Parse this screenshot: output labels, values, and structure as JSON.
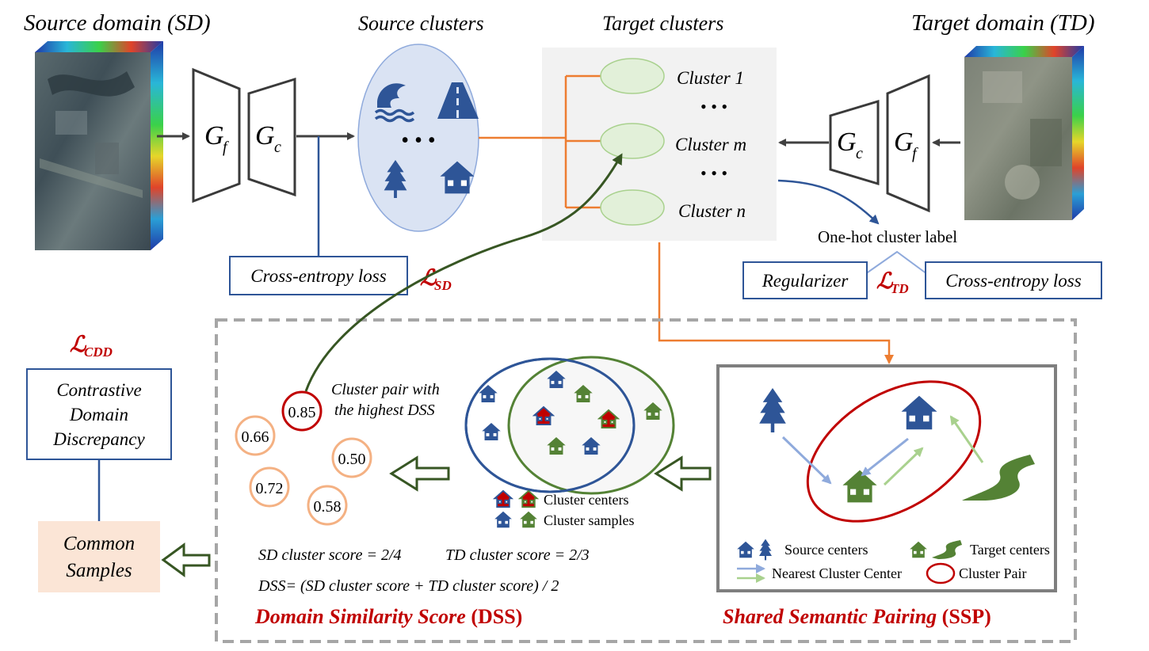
{
  "titles": {
    "source_domain": "Source domain (SD)",
    "source_clusters": "Source clusters",
    "target_clusters": "Target clusters",
    "target_domain": "Target domain (TD)"
  },
  "networks": {
    "gf": "G",
    "gf_sub": "f",
    "gc": "G",
    "gc_sub": "c"
  },
  "target_cluster_list": {
    "cluster_1": "Cluster 1",
    "cluster_m": "Cluster m",
    "cluster_n": "Cluster n",
    "ellipsis": "• • •"
  },
  "source_cluster_ellipsis": "• • •",
  "losses": {
    "cross_entropy_sd": "Cross-entropy loss",
    "l_sd": "ℒ",
    "l_sd_sub": "SD",
    "one_hot": "One-hot cluster label",
    "regularizer": "Regularizer",
    "l_td": "ℒ",
    "l_td_sub": "TD",
    "cross_entropy_td": "Cross-entropy loss",
    "l_cdd": "ℒ",
    "l_cdd_sub": "CDD"
  },
  "cdd_box": {
    "line1": "Contrastive",
    "line2": "Domain",
    "line3": "Discrepancy"
  },
  "common_samples": {
    "line1": "Common",
    "line2": "Samples"
  },
  "dss_panel": {
    "scores": [
      "0.85",
      "0.66",
      "0.50",
      "0.72",
      "0.58"
    ],
    "highest_note_line1": "Cluster pair with",
    "highest_note_line2": "the highest DSS",
    "legend_centers": "Cluster centers",
    "legend_samples": "Cluster samples",
    "formula_sd": "SD cluster score = 2/4",
    "formula_td": "TD cluster score = 2/3",
    "formula_dss": "DSS= (SD cluster score + TD cluster score) / 2",
    "title_italic": "Domain Similarity Score",
    "title_abbr": "(DSS)"
  },
  "ssp_panel": {
    "legend_source_centers": "Source centers",
    "legend_target_centers": "Target centers",
    "legend_nearest": "Nearest Cluster Center",
    "legend_pair": "Cluster Pair",
    "title_italic": "Shared Semantic Pairing",
    "title_abbr": "(SSP)"
  },
  "colors": {
    "blue": "#2e5597",
    "green": "#548235",
    "dark_green": "#375623",
    "orange": "#ed7d31",
    "red": "#c00000",
    "light_blue_fill": "#dae3f3",
    "light_green_fill": "#e2f0d9",
    "peach": "#f8cbad",
    "panel_gray": "#f2f2f2"
  }
}
